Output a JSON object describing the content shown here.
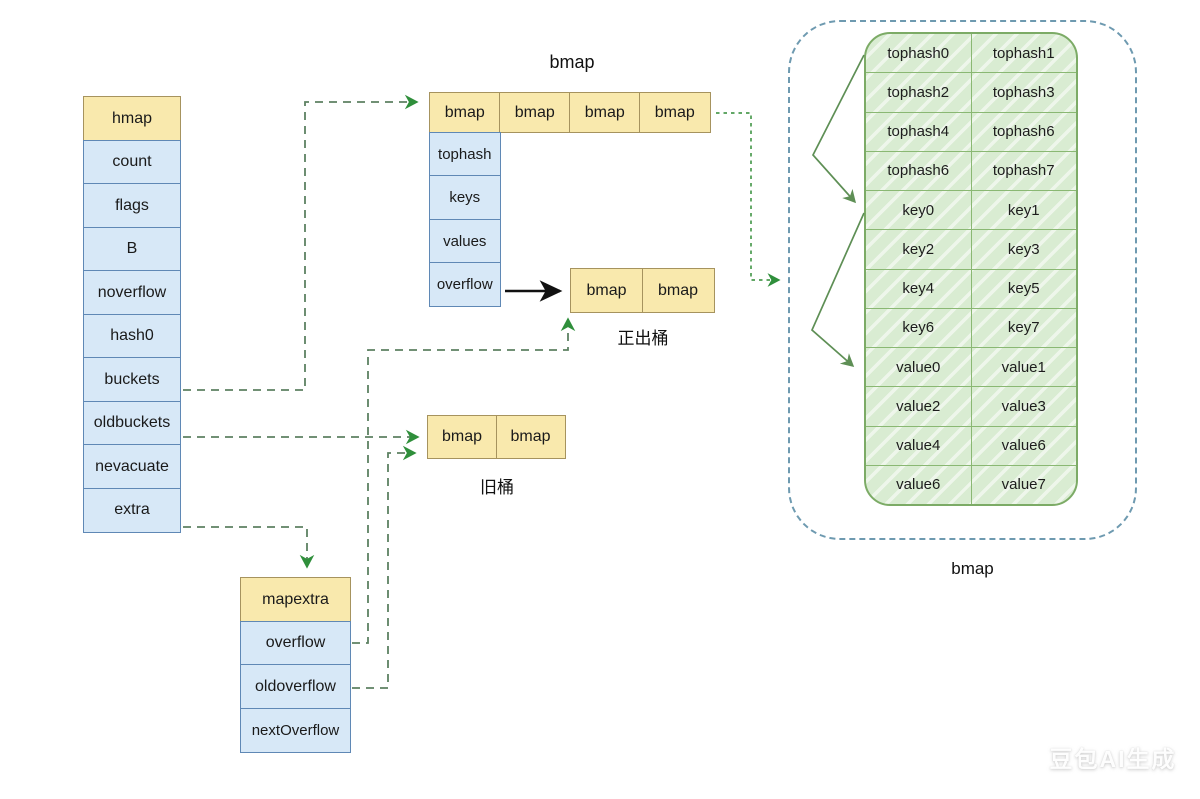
{
  "watermark": "豆包AI生成",
  "colors": {
    "yellow_fill": "#f9e9ad",
    "yellow_border": "#a6935e",
    "blue_fill": "#d7e8f7",
    "blue_border": "#5f88b5",
    "green_fill": "#d9ecd2",
    "green_border": "#7cab66",
    "container_dash": "#6e9ab0",
    "connector_green": "#5d8162",
    "arrowhead_green": "#2f8f3b",
    "arrow_black": "#111111"
  },
  "hmap": {
    "title": "hmap",
    "fields": [
      "count",
      "flags",
      "B",
      "noverflow",
      "hash0",
      "buckets",
      "oldbuckets",
      "nevacuate",
      "extra"
    ]
  },
  "bucket_array": {
    "title": "bmap",
    "cells": [
      "bmap",
      "bmap",
      "bmap",
      "bmap"
    ],
    "first_bucket_fields": [
      "tophash",
      "keys",
      "values",
      "overflow"
    ]
  },
  "overflow_bucket": {
    "cells": [
      "bmap",
      "bmap"
    ],
    "label": "正出桶"
  },
  "old_bucket": {
    "cells": [
      "bmap",
      "bmap"
    ],
    "label": "旧桶"
  },
  "mapextra": {
    "title": "mapextra",
    "fields": [
      "overflow",
      "oldoverflow",
      "nextOverflow"
    ]
  },
  "bmap_detail": {
    "label": "bmap",
    "rows": [
      [
        "tophash0",
        "tophash1"
      ],
      [
        "tophash2",
        "tophash3"
      ],
      [
        "tophash4",
        "tophash6"
      ],
      [
        "tophash6",
        "tophash7"
      ],
      [
        "key0",
        "key1"
      ],
      [
        "key2",
        "key3"
      ],
      [
        "key4",
        "key5"
      ],
      [
        "key6",
        "key7"
      ],
      [
        "value0",
        "value1"
      ],
      [
        "value2",
        "value3"
      ],
      [
        "value4",
        "value6"
      ],
      [
        "value6",
        "value7"
      ]
    ]
  }
}
